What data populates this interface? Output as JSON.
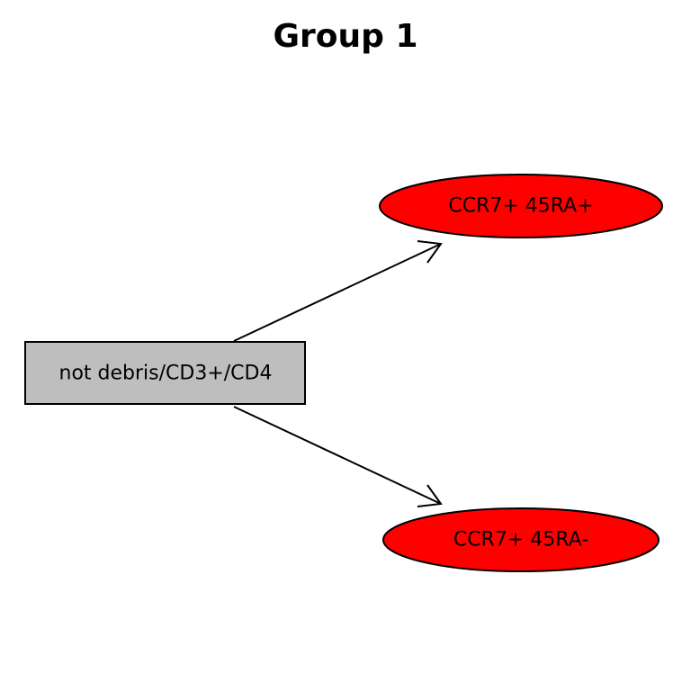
{
  "title": "Group 1",
  "nodes": {
    "parent": {
      "label": "not debris/CD3+/CD4",
      "shape": "box",
      "fill": "#bebebe"
    },
    "child_top": {
      "label": "CCR7+ 45RA+",
      "shape": "ellipse",
      "fill": "#ff0000"
    },
    "child_bottom": {
      "label": "CCR7+ 45RA-",
      "shape": "ellipse",
      "fill": "#ff0000"
    }
  },
  "edges": [
    {
      "from": "parent",
      "to": "child_top"
    },
    {
      "from": "parent",
      "to": "child_bottom"
    }
  ],
  "colors": {
    "stroke": "#000000",
    "background": "#ffffff"
  }
}
